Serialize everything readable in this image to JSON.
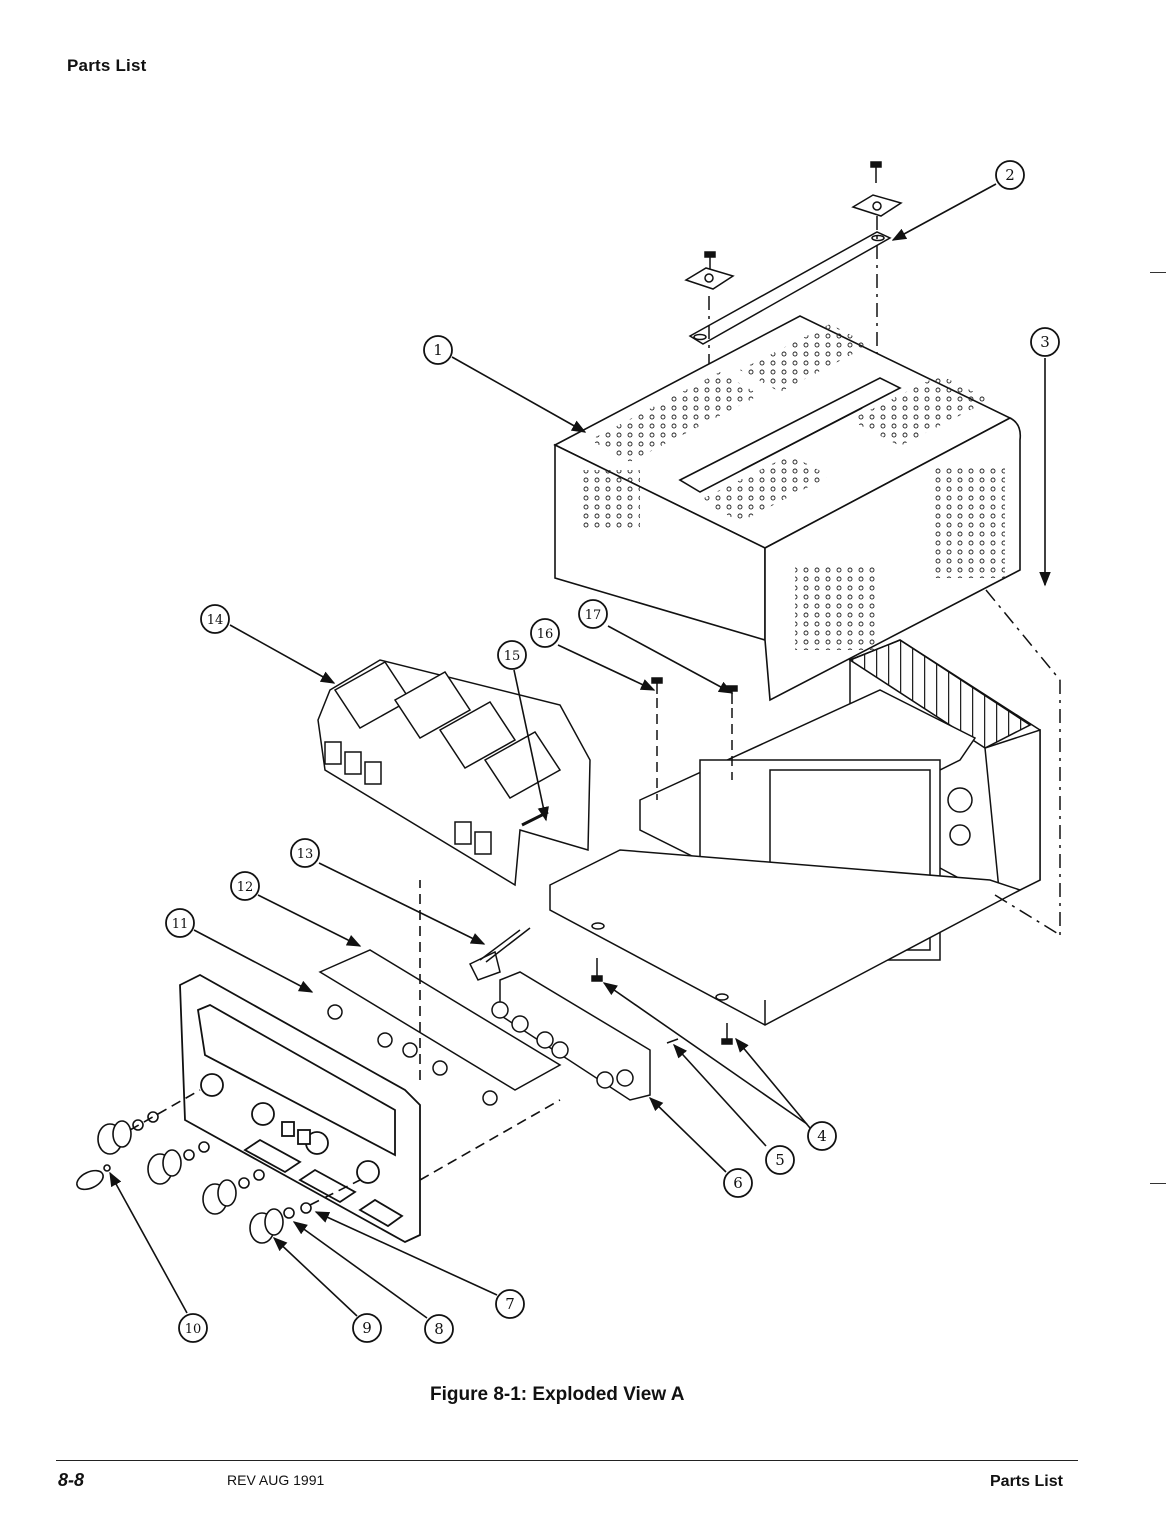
{
  "header": {
    "title": "Parts List"
  },
  "figure": {
    "caption": "Figure 8-1: Exploded View A",
    "callouts": [
      "1",
      "2",
      "3",
      "4",
      "5",
      "6",
      "7",
      "8",
      "9",
      "10",
      "11",
      "12",
      "13",
      "14",
      "15",
      "16",
      "17"
    ]
  },
  "footer": {
    "page": "8-8",
    "revision": "REV AUG 1991",
    "title": "Parts List"
  }
}
